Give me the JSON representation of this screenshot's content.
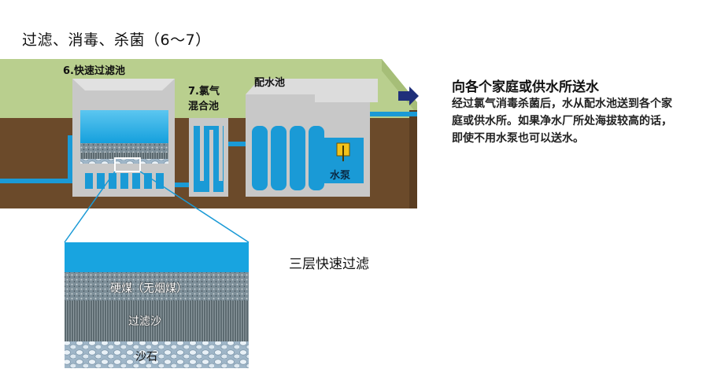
{
  "title": "过滤、消毒、杀菌（6～7）",
  "labels": {
    "filter_pool": "6.快速过滤池",
    "mix_pool_line1": "7.氯气",
    "mix_pool_line2": "混合池",
    "distribution_tank": "配水池",
    "pump": "水泵"
  },
  "side": {
    "heading": "向各个家庭或供水所送水",
    "body": "经过氯气消毒杀菌后，水从配水池送到各个家庭或供水所。如果净水厂所处海拔较高的话，即使不用水泵也可以送水。"
  },
  "layers": {
    "heading": "三层快速过滤",
    "coal": "硬煤（无烟煤）",
    "sand": "过滤沙",
    "gravel": "沙石"
  },
  "colors": {
    "grass": "#b9cf8e",
    "soil": "#6b4a2a",
    "concrete": "#b9b9b9",
    "water": "#18a4e0",
    "arrow": "#1f2f7a"
  }
}
